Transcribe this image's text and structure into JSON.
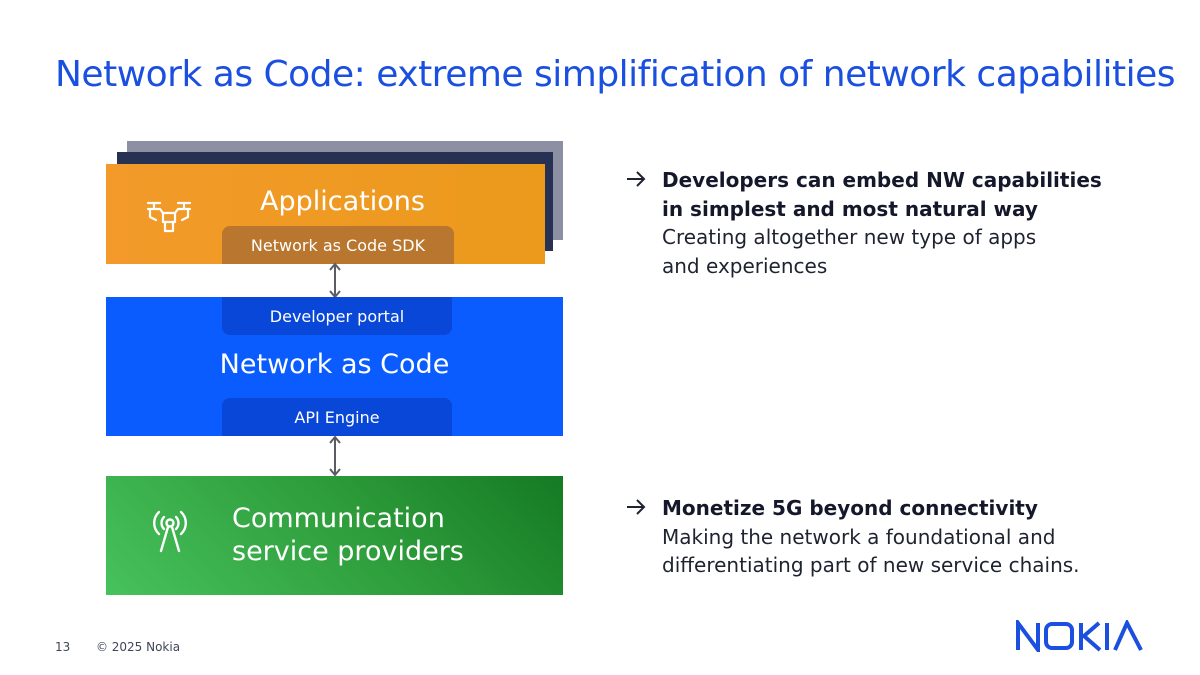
{
  "slide": {
    "title": "Network as Code: extreme simplification of network capabilities"
  },
  "diagram": {
    "applications": {
      "label": "Applications",
      "sdk": "Network as Code SDK"
    },
    "network_as_code": {
      "portal": "Developer portal",
      "label": "Network as Code",
      "engine": "API Engine"
    },
    "csp": {
      "line1": "Communication",
      "line2": "service providers"
    }
  },
  "bullets": [
    {
      "bold": [
        "Developers can embed NW capabilities",
        "in simplest and most natural way"
      ],
      "text": [
        "Creating altogether new type of apps",
        "and experiences"
      ]
    },
    {
      "bold": [
        "Monetize 5G beyond connectivity"
      ],
      "text": [
        "Making the network a foundational and",
        "differentiating part of new service chains."
      ]
    }
  ],
  "footer": {
    "page": "13",
    "copyright": "© 2025 Nokia"
  },
  "logo": {
    "text": "NOKIA"
  },
  "colors": {
    "title": "#1a4fe0",
    "applications": "#f39a2a",
    "network_as_code": "#0a5cff",
    "csp": "#2e9d3b",
    "shadow_dark": "#263153",
    "shadow_light": "#8d90a3"
  },
  "icons": [
    "drone-icon",
    "antenna-icon",
    "right-arrow-icon",
    "bidirectional-arrow-icon"
  ]
}
